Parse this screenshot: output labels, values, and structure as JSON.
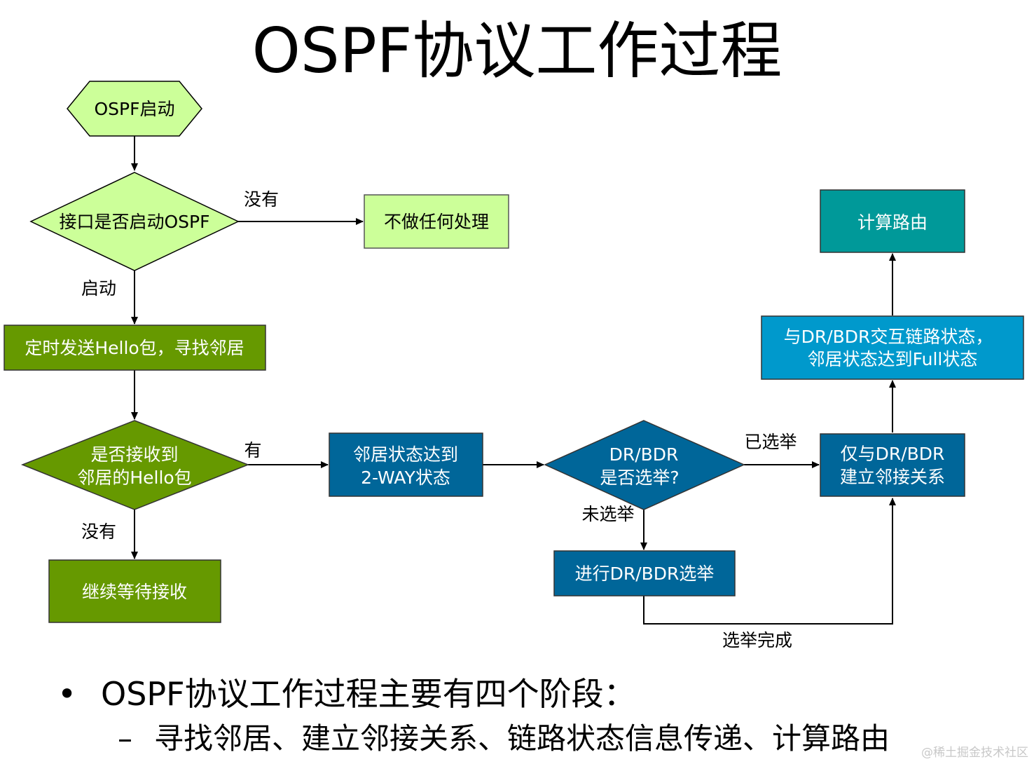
{
  "title": "OSPF协议工作过程",
  "nodes": {
    "start": "OSPF启动",
    "check_if": "接口是否启动OSPF",
    "no_action": "不做任何处理",
    "send_hello": "定时发送Hello包，寻找邻居",
    "recv_hello_1": "是否接收到",
    "recv_hello_2": "邻居的Hello包",
    "wait": "继续等待接收",
    "two_way_1": "邻居状态达到",
    "two_way_2": "2-WAY状态",
    "dr_q_1": "DR/BDR",
    "dr_q_2": "是否选举?",
    "elect": "进行DR/BDR选举",
    "adj_1": "仅与DR/BDR",
    "adj_2": "建立邻接关系",
    "full_1": "与DR/BDR交互链路状态，",
    "full_2": "邻居状态达到Full状态",
    "route": "计算路由"
  },
  "edges": {
    "no_1": "没有",
    "start_lbl": "启动",
    "yes": "有",
    "no_2": "没有",
    "elected": "已选举",
    "not_elected": "未选举",
    "elect_done": "选举完成"
  },
  "bullets": {
    "main": "OSPF协议工作过程主要有四个阶段：",
    "sub": "寻找邻居、建立邻接关系、链路状态信息传递、计算路由"
  },
  "watermark": "@稀土掘金技术社区",
  "colors": {
    "light_green": "#ccff99",
    "dark_green": "#669900",
    "blue": "#006699",
    "sky_blue": "#0099cc",
    "teal": "#009999"
  }
}
